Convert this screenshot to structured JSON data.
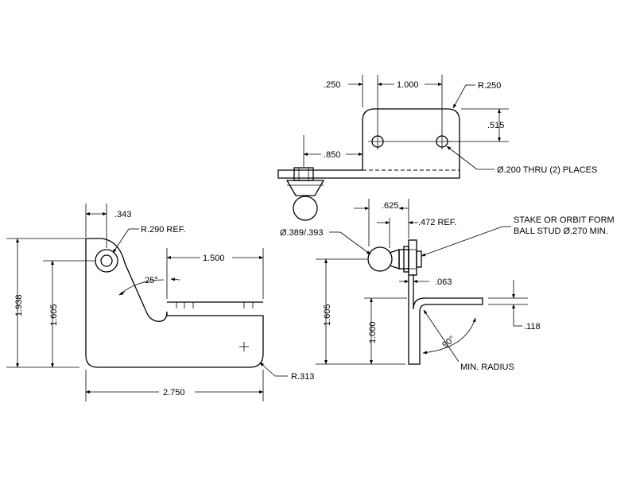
{
  "drawing": {
    "front_view": {
      "dim_hole_offset": ".343",
      "hole_radius_note": "R.290 REF.",
      "dim_overall_height": "1.938",
      "dim_hole_height": "1.605",
      "dim_slot_length": "1.500",
      "angle": "25°",
      "dim_overall_width": "2.750",
      "corner_radius": "R.313"
    },
    "top_view": {
      "dim_edge": ".250",
      "dim_hole_spacing": "1.000",
      "corner_radius": "R.250",
      "dim_hole_depth": ".515",
      "dim_stud_offset": ".850",
      "hole_note": "Ø.200 THRU (2) PLACES"
    },
    "side_view": {
      "dim_ball_spacing": ".625",
      "dim_ref": ".472 REF.",
      "ball_dia": "Ø.389/.393",
      "stud_note_line1": "STAKE OR ORBIT FORM",
      "stud_note_line2": "BALL STUD Ø.270 MIN.",
      "dim_thickness": ".063",
      "dim_ball_height": "1.605",
      "dim_flange_height": "1.000",
      "dim_flange_thickness": ".118",
      "bend_angle": "90°",
      "min_radius_note": "MIN. RADIUS"
    }
  }
}
